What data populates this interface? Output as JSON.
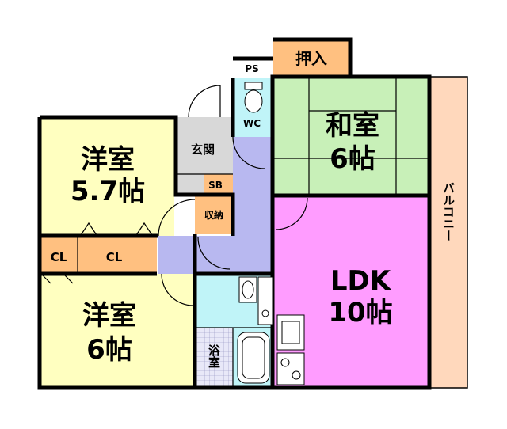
{
  "rooms": {
    "yoshitsu_top": {
      "name": "洋室",
      "size": "5.7帖",
      "color": "#ffffc0"
    },
    "washitsu": {
      "name": "和室",
      "size": "6帖",
      "color": "#c8f0b8"
    },
    "ldk": {
      "name": "LDK",
      "size": "10帖",
      "color": "#ff9cff"
    },
    "yoshitsu_bottom": {
      "name": "洋室",
      "size": "6帖",
      "color": "#ffffc0"
    },
    "genkan": {
      "name": "玄関",
      "color": "#d8d8d8"
    },
    "bath": {
      "name": "浴室"
    }
  },
  "labels": {
    "oshiire": "押入",
    "ps": "PS",
    "wc": "WC",
    "sb": "SB",
    "shuno": "収納",
    "cl_left": "CL",
    "cl_right": "CL",
    "balcony": "バルコニー"
  },
  "colors": {
    "hall": "#b8b8f0",
    "storage": "#ffc080",
    "water": "#c0f4f8",
    "balcony": "#ffd8bc",
    "bath_tile": "#e8e8f8"
  }
}
